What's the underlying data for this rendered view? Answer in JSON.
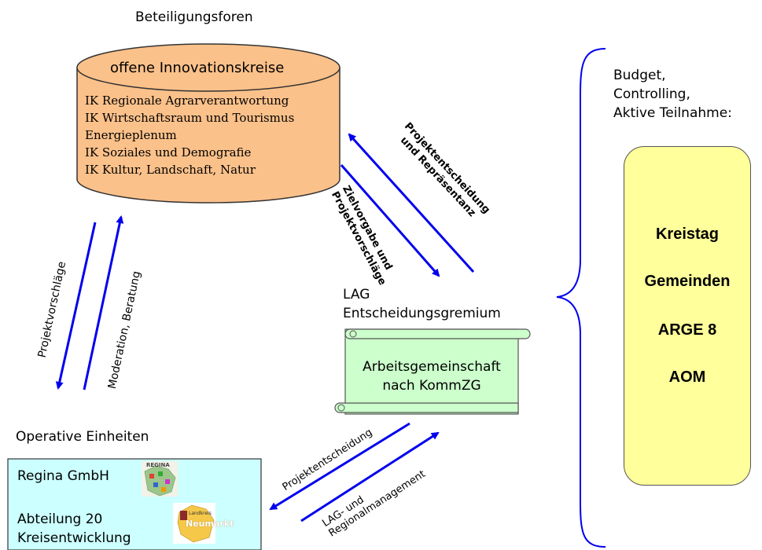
{
  "forum": {
    "heading": "Beteiligungsforen",
    "cylinder_title": "offene Innovationskreise",
    "items": [
      "IK Regionale Agrarverantwortung",
      "IK Wirtschaftsraum und Tourismus",
      "Energieplenum",
      "IK Soziales und Demografie",
      "IK Kultur, Landschaft, Natur"
    ]
  },
  "arrows": {
    "projektvorschlaege": "Projektvorschläge",
    "moderation": "Moderation, Beratung",
    "zielvorgabe_line1": "Zielvorgabe und",
    "zielvorgabe_line2": "Projektvorschläge",
    "projektentscheidung_line1": "Projektentscheidung",
    "projektentscheidung_line2": "und Repräsentanz",
    "projektentscheidung_low": "Projektentscheidung",
    "lag_mgmt_line1": "LAG- und",
    "lag_mgmt_line2": "Regionalmanagement"
  },
  "lag": {
    "title_line1": "LAG",
    "title_line2": "Entscheidungsgremium",
    "scroll_line1": "Arbeitsgemeinschaft",
    "scroll_line2": "nach KommZG"
  },
  "operative": {
    "heading": "Operative Einheiten",
    "regina": "Regina GmbH",
    "abteilung_line1": "Abteilung 20",
    "abteilung_line2": "Kreisentwicklung",
    "regina_logo_text": "REGINA",
    "landkreis_logo_small": "Landkreis",
    "landkreis_logo_big": "Neumarkt"
  },
  "budget": {
    "line1": "Budget,",
    "line2": "Controlling,",
    "line3": "Aktive Teilnahme:"
  },
  "kreistag_box": {
    "items": [
      "Kreistag",
      "Gemeinden",
      "ARGE 8",
      "AOM"
    ]
  },
  "colors": {
    "cylinder": "#fbc18a",
    "arrow": "#0000ee",
    "scroll": "#ccffcc",
    "operative_box": "#ccffff",
    "kreistag_box": "#ffff9b"
  }
}
